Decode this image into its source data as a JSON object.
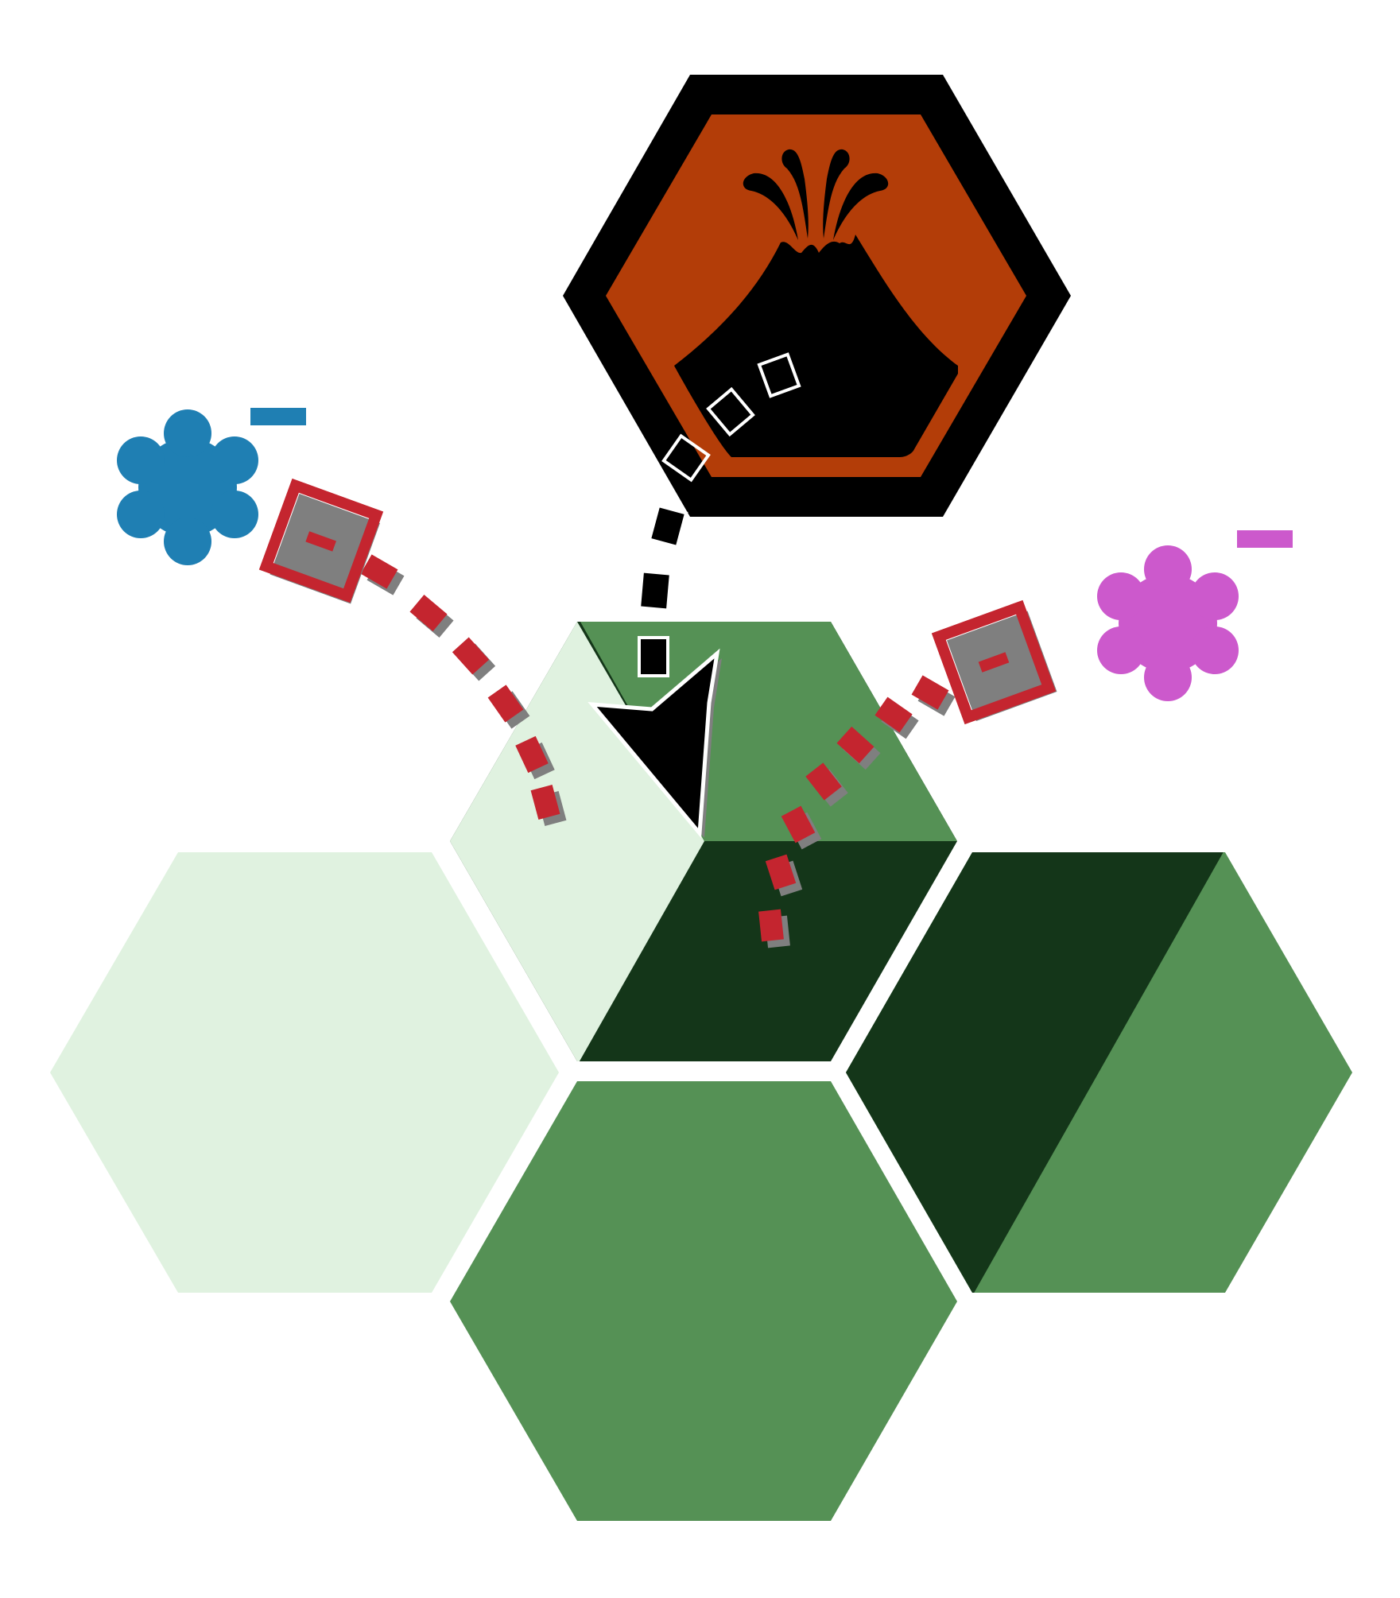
{
  "board": {
    "background": "#ffffff",
    "tiles": [
      {
        "name": "pale-grass-hex-left",
        "terrain": "pale-grass",
        "fill": "#e0f2e0"
      },
      {
        "name": "grass-hex-bottom",
        "terrain": "grass",
        "fill": "#559155"
      },
      {
        "name": "split-hex-right",
        "terrains": [
          "forest",
          "grass"
        ],
        "fills": [
          "#143619",
          "#559155"
        ]
      },
      {
        "name": "tri-hex-center",
        "terrains": [
          "pale-grass",
          "grass",
          "forest"
        ],
        "fills": [
          "#e0f2e0",
          "#559155",
          "#143619"
        ]
      }
    ],
    "volcano": {
      "icon": "volcano-icon",
      "outer_fill": "#000000",
      "inner_fill": "#b33d08"
    }
  },
  "players": [
    {
      "name": "blue-player",
      "icon": "flower-icon",
      "color": "#1f7fb3",
      "marker": "dash-marker"
    },
    {
      "name": "pink-player",
      "icon": "flower-icon",
      "color": "#cc59cc",
      "marker": "dash-marker"
    }
  ],
  "lava_path": {
    "icon": "dashed-arrow",
    "color": "#000000",
    "outline": "#ffffff"
  },
  "attack_paths": [
    {
      "from": "blue-player",
      "color": "#c4252f",
      "shadow": "#7f7f7f"
    },
    {
      "from": "pink-player",
      "color": "#c4252f",
      "shadow": "#7f7f7f"
    }
  ]
}
